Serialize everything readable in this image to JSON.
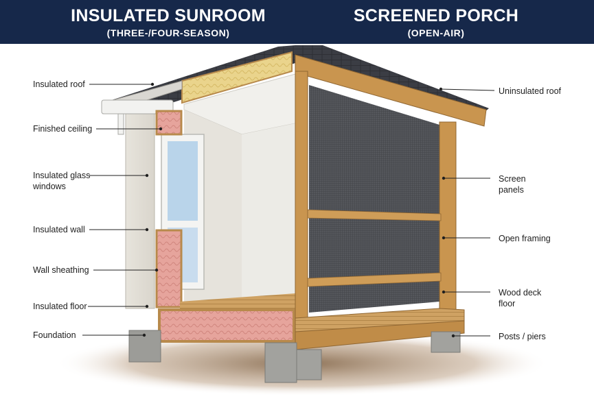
{
  "header": {
    "left_title": "INSULATED SUNROOM",
    "left_subtitle": "(THREE-/FOUR-SEASON)",
    "right_title": "SCREENED PORCH",
    "right_subtitle": "(OPEN-AIR)"
  },
  "labels_left": {
    "insulated_roof": "Insulated roof",
    "finished_ceiling": "Finished ceiling",
    "insulated_glass_windows_1": "Insulated glass",
    "insulated_glass_windows_2": "windows",
    "insulated_wall": "Insulated wall",
    "wall_sheathing": "Wall sheathing",
    "insulated_floor": "Insulated floor",
    "foundation": "Foundation"
  },
  "labels_right": {
    "uninsulated_roof": "Uninsulated roof",
    "screen_panels_1": "Screen",
    "screen_panels_2": "panels",
    "open_framing": "Open framing",
    "wood_deck_floor_1": "Wood deck",
    "wood_deck_floor_2": "floor",
    "posts_piers": "Posts / piers"
  },
  "colors": {
    "header_bg": "#16284a",
    "header_text": "#ffffff",
    "lumber": "#c99a55",
    "insulation_pink": "#e8a7a0",
    "insulation_yellow": "#e9d38a",
    "screen_mesh": "#4a4c50",
    "roof_shingles": "#3a3c42",
    "concrete": "#9a9a96",
    "ground": "#8a6a45"
  }
}
